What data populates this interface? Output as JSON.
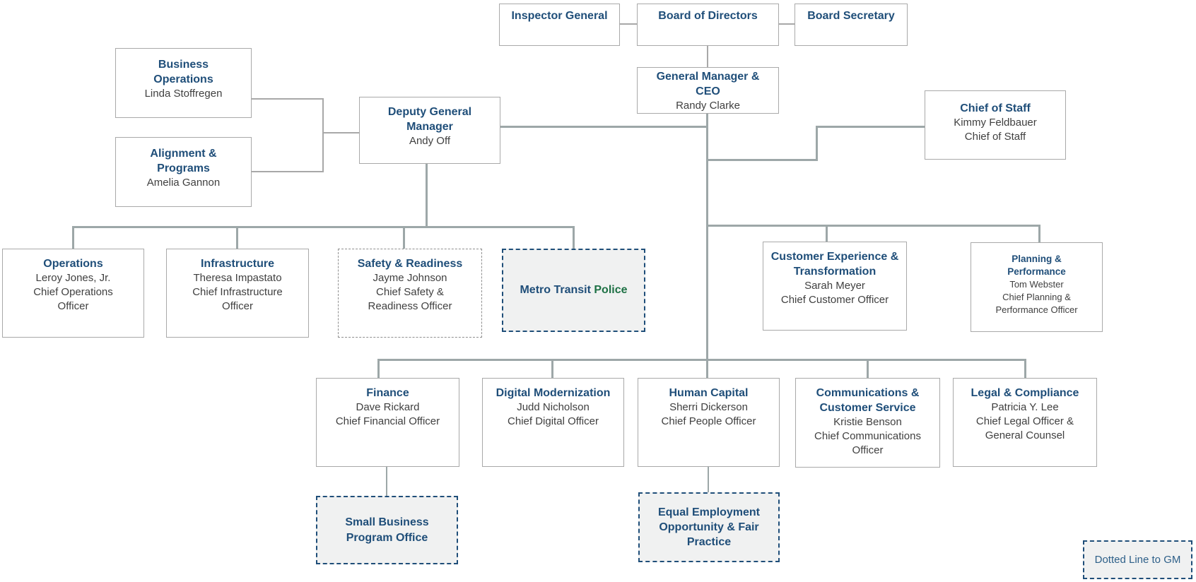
{
  "org_chart": {
    "legend": {
      "label": "Dotted Line to GM"
    },
    "colors": {
      "title_blue": "#1f4e79",
      "police_green": "#1e7145",
      "connector_gray": "#9da7a8",
      "dashed_fill": "#f0f1f1",
      "body_text": "#404040"
    },
    "nodes": {
      "inspector_general": {
        "title": "Inspector General"
      },
      "board_of_directors": {
        "title": "Board of Directors"
      },
      "board_secretary": {
        "title": "Board Secretary"
      },
      "general_manager": {
        "title": "General Manager & CEO",
        "name": "Randy Clarke"
      },
      "business_operations": {
        "title": "Business Operations",
        "name": "Linda Stoffregen"
      },
      "alignment_programs": {
        "title": "Alignment & Programs",
        "name": "Amelia Gannon"
      },
      "deputy_general_manager": {
        "title": "Deputy General Manager",
        "name": "Andy Off"
      },
      "chief_of_staff": {
        "title": "Chief of Staff",
        "name": "Kimmy Feldbauer",
        "role": "Chief of Staff"
      },
      "operations": {
        "title": "Operations",
        "name": "Leroy Jones, Jr.",
        "role": "Chief Operations Officer"
      },
      "infrastructure": {
        "title": "Infrastructure",
        "name": "Theresa Impastato",
        "role": "Chief Infrastructure Officer"
      },
      "safety_readiness": {
        "title": "Safety & Readiness",
        "name": "Jayme Johnson",
        "role": "Chief Safety & Readiness Officer"
      },
      "metro_transit_police": {
        "title_blue": "Metro Transit ",
        "title_green": "Police"
      },
      "customer_experience": {
        "title": "Customer Experience & Transformation",
        "name": "Sarah Meyer",
        "role": "Chief Customer Officer"
      },
      "planning_performance": {
        "title": "Planning & Performance",
        "name": "Tom Webster",
        "role": "Chief Planning & Performance Officer"
      },
      "finance": {
        "title": "Finance",
        "name": "Dave Rickard",
        "role": "Chief Financial Officer"
      },
      "digital_modernization": {
        "title": "Digital Modernization",
        "name": "Judd Nicholson",
        "role": "Chief Digital Officer"
      },
      "human_capital": {
        "title": "Human Capital",
        "name": "Sherri Dickerson",
        "role": "Chief People Officer"
      },
      "communications": {
        "title": "Communications & Customer Service",
        "name": "Kristie Benson",
        "role": "Chief Communications Officer"
      },
      "legal_compliance": {
        "title": "Legal & Compliance",
        "name": "Patricia Y. Lee",
        "role": "Chief Legal Officer & General Counsel"
      },
      "small_business": {
        "title": "Small Business Program Office"
      },
      "eeo": {
        "title": "Equal Employment Opportunity & Fair Practice"
      }
    }
  }
}
